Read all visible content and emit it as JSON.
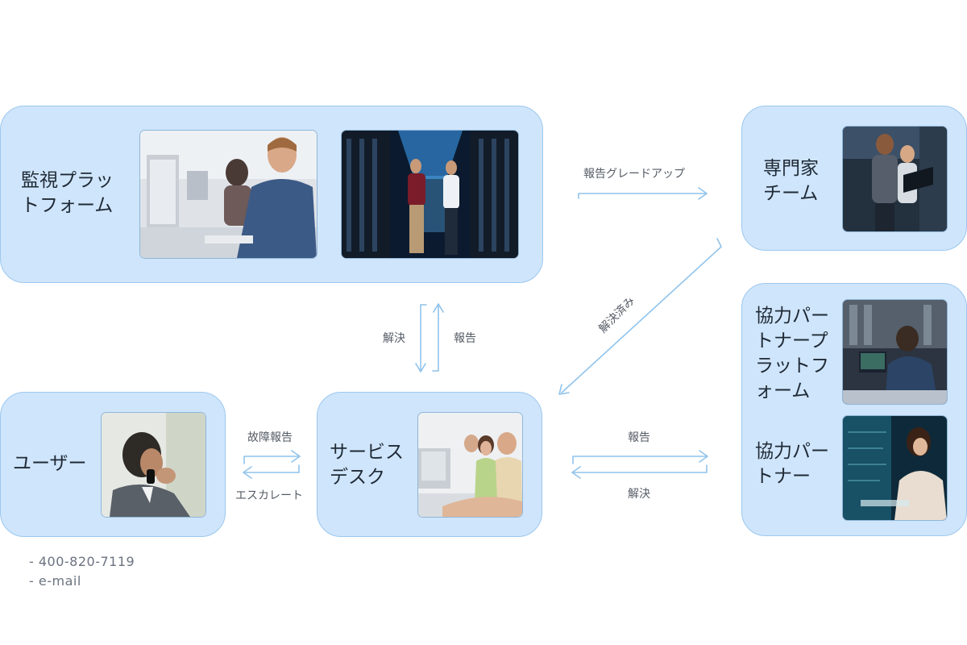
{
  "nodes": {
    "monitoring_platform": "監視プラットフォーム",
    "expert_team": "専門家チーム",
    "partner_platform": "協力パートナープラットフォーム",
    "partner": "協力パートナー",
    "user": "ユーザー",
    "service_desk": "サービスデスク"
  },
  "edges": {
    "escalate_report": "報告グレードアップ",
    "resolved_expert": "解決済み",
    "resolve_monitor": "解決",
    "report_monitor": "報告",
    "fault_report": "故障報告",
    "escalation": "エスカレート",
    "report_partner": "報告",
    "resolve_partner": "解決"
  },
  "contact": {
    "phone": "- 400-820-7119",
    "email": "- e-mail"
  },
  "colors": {
    "box_fill": "#cfe5fb",
    "box_border": "#9cc8ef",
    "arrow": "#8fc3ec"
  },
  "icons": {
    "office_workers_photo": "office-workers-photo",
    "server_room_photo": "server-room-photo",
    "expert_team_photo": "expert-team-photo",
    "partner_platform_photo": "partner-platform-photo",
    "partner_photo": "partner-photo",
    "phone_user_photo": "phone-user-photo",
    "service_desk_photo": "service-desk-photo"
  }
}
